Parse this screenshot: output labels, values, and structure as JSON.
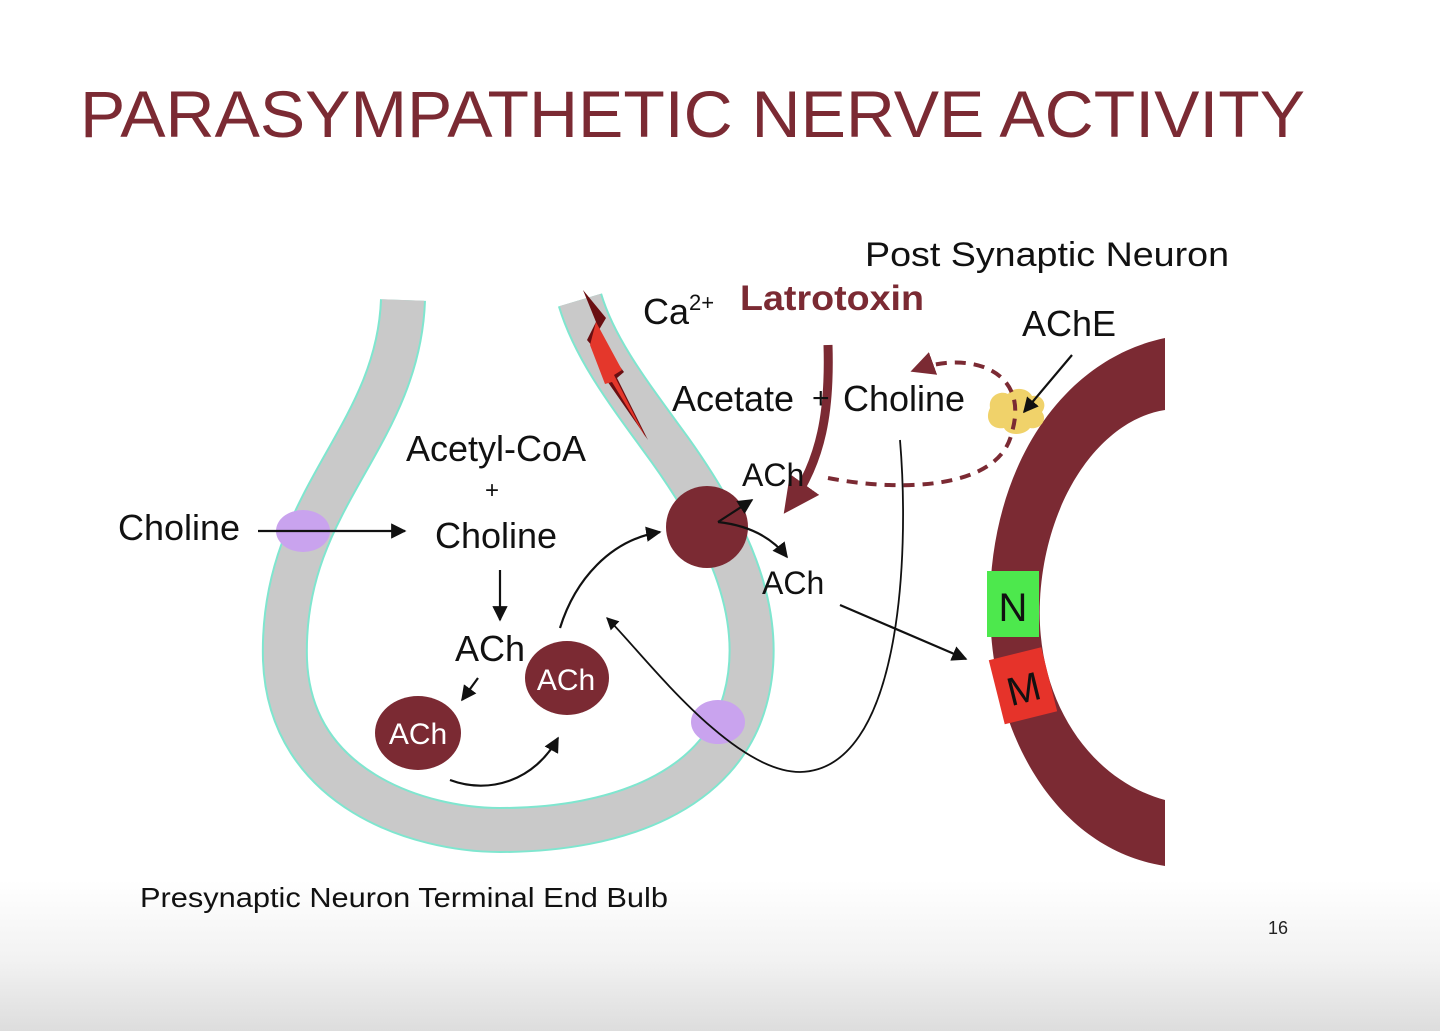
{
  "title": "PARASYMPATHETIC NERVE ACTIVITY",
  "labels": {
    "post_synaptic": "Post Synaptic Neuron",
    "ca": "Ca",
    "ca_sup": "2+",
    "latrotoxin": "Latrotoxin",
    "ache": "AChE",
    "acetate": "Acetate",
    "plus_small": "+",
    "choline_cleft": "Choline",
    "acetyl_coa": "Acetyl-CoA",
    "plus": "+",
    "choline_inner": "Choline",
    "choline_outside": "Choline",
    "ach_text_inner": "ACh",
    "ach_vesicle_1": "ACh",
    "ach_vesicle_2": "ACh",
    "ach_release_up": "ACh",
    "ach_release_down": "ACh",
    "receptor_n": "N",
    "receptor_m": "M",
    "presynaptic": "Presynaptic Neuron Terminal End Bulb",
    "page_number": "16"
  },
  "colors": {
    "title": "#7b2a33",
    "maroon": "#7b2a33",
    "membrane_fill": "#c9c9c9",
    "membrane_outline": "#7fe6cf",
    "transporter": "#c9a3ee",
    "enzyme": "#f0d26a",
    "receptor_n": "#4de84d",
    "receptor_m": "#e6332a",
    "lightning_dark": "#6a0f12",
    "lightning_red": "#e4372b"
  }
}
